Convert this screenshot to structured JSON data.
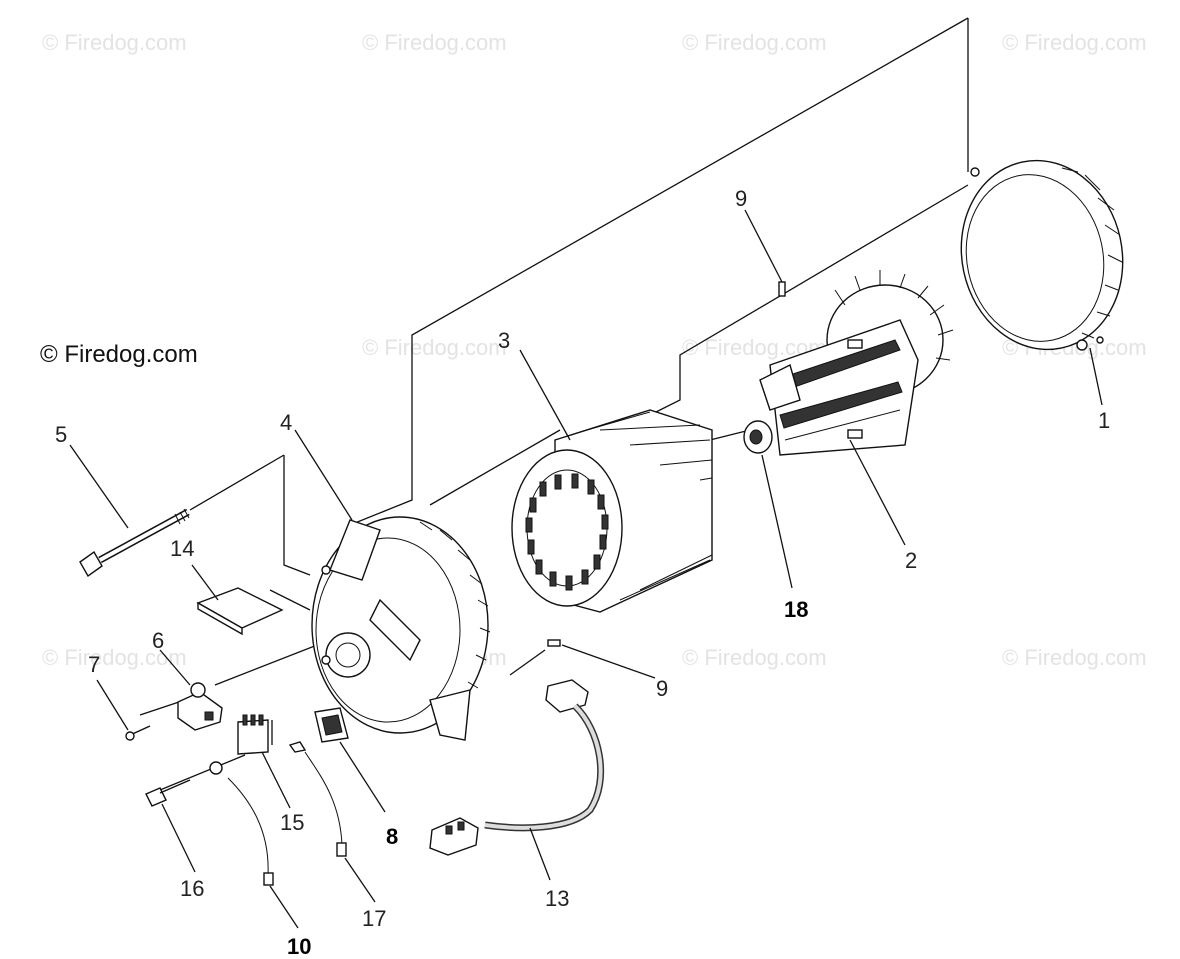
{
  "watermark": {
    "text": "© Firedog.com",
    "main_text": "© Firedog.com"
  },
  "callouts": {
    "c1": "1",
    "c2": "2",
    "c3": "3",
    "c4": "4",
    "c5": "5",
    "c6": "6",
    "c7": "7",
    "c8": "8",
    "c9a": "9",
    "c9b": "9",
    "c10": "10",
    "c13": "13",
    "c14": "14",
    "c15": "15",
    "c16": "16",
    "c17": "17",
    "c18": "18"
  }
}
